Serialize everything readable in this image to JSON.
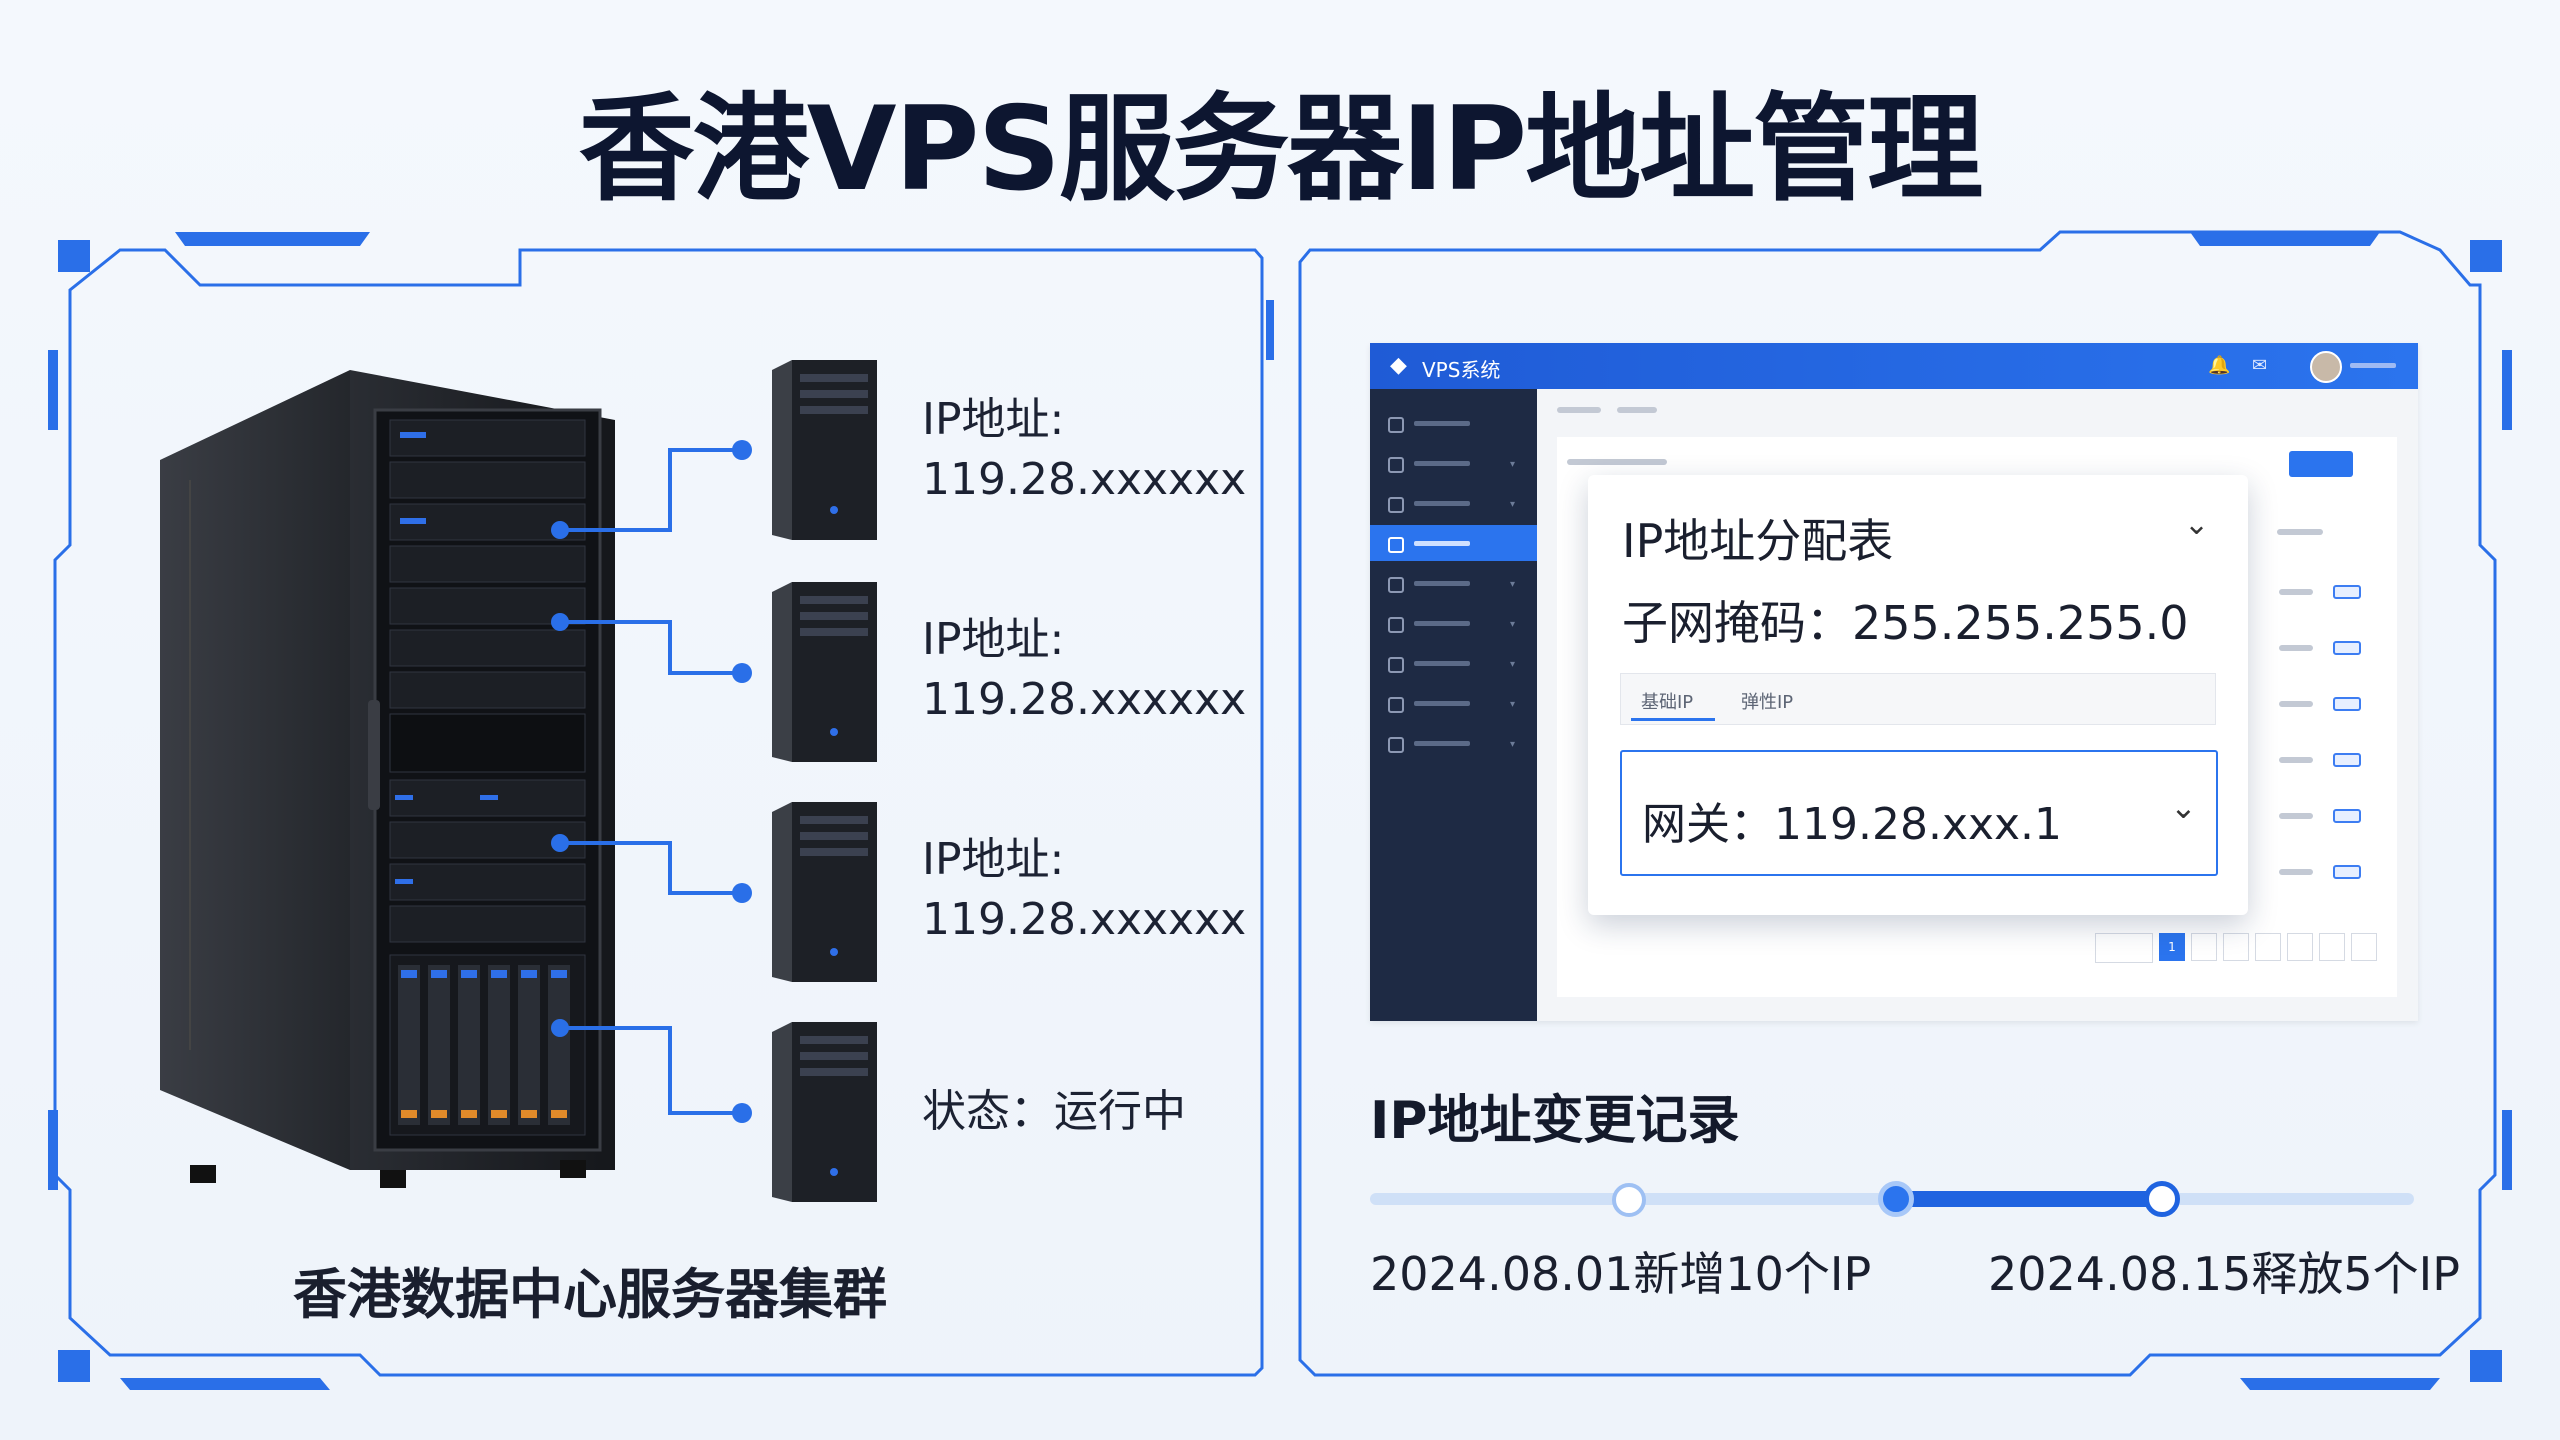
{
  "title": "香港VPS服务器IP地址管理",
  "left_panel": {
    "servers": [
      {
        "line1": "IP地址:",
        "line2": "119.28.xxxxxx"
      },
      {
        "line1": "IP地址:",
        "line2": "119.28.xxxxxx"
      },
      {
        "line1": "IP地址:",
        "line2": "119.28.xxxxxx"
      },
      {
        "line1": "状态：运行中",
        "line2": ""
      }
    ],
    "caption": "香港数据中心服务器集群"
  },
  "dashboard": {
    "brand": "VPS系统",
    "popup": {
      "title": "IP地址分配表",
      "subnet": "子网掩码：255.255.255.0",
      "tab1": "基础IP",
      "tab2": "弹性IP",
      "gateway": "网关：119.28.xxx.1"
    },
    "pagination_active": "1"
  },
  "timeline": {
    "title": "IP地址变更记录",
    "label1": "2024.08.01新增10个IP",
    "label2": "2024.08.15释放5个IP"
  },
  "colors": {
    "accent": "#1f63e0",
    "dark_side": "#1e2a44",
    "title": "#0d1630"
  }
}
